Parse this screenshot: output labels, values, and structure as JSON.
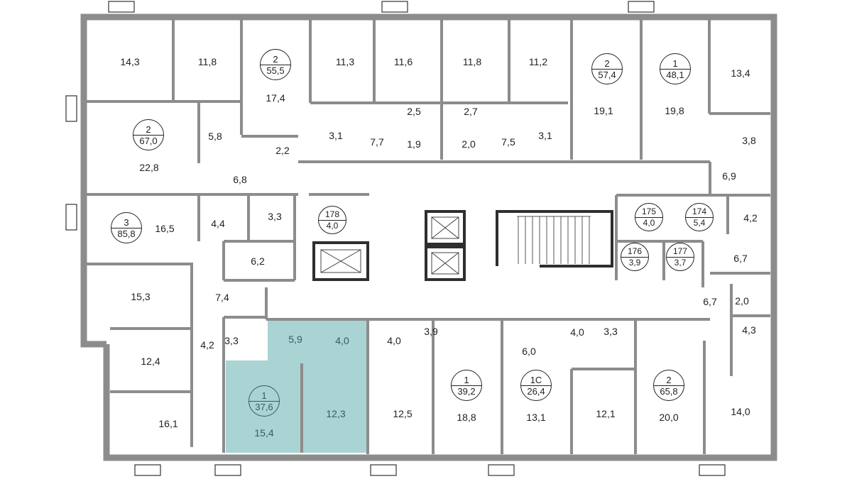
{
  "colors": {
    "wall": "#8c8c8c",
    "wall_dark": "#2e2e2e",
    "highlight": "#a9d4d3",
    "highlight_text": "#2f5f5e"
  },
  "apartments": [
    {
      "rooms": "2",
      "area": "55,5"
    },
    {
      "rooms": "2",
      "area": "57,4"
    },
    {
      "rooms": "1",
      "area": "48,1"
    },
    {
      "rooms": "2",
      "area": "67,0"
    },
    {
      "rooms": "3",
      "area": "85,8"
    },
    {
      "rooms": "1",
      "area": "39,2"
    },
    {
      "rooms": "1С",
      "area": "26,4"
    },
    {
      "rooms": "2",
      "area": "65,8"
    },
    {
      "rooms": "1",
      "area": "37,6",
      "highlighted": true
    }
  ],
  "storage": [
    {
      "number": "178",
      "area": "4,0"
    },
    {
      "number": "175",
      "area": "4,0"
    },
    {
      "number": "174",
      "area": "5,4"
    },
    {
      "number": "176",
      "area": "3,9"
    },
    {
      "number": "177",
      "area": "3,7"
    }
  ],
  "rooms": [
    "14,3",
    "11,8",
    "17,4",
    "11,3",
    "11,6",
    "11,8",
    "11,2",
    "19,1",
    "19,8",
    "13,4",
    "22,8",
    "5,8",
    "2,2",
    "6,8",
    "3,1",
    "7,7",
    "2,5",
    "1,9",
    "2,7",
    "2,0",
    "7,5",
    "3,1",
    "3,8",
    "6,9",
    "16,5",
    "4,4",
    "3,3",
    "4,2",
    "6,2",
    "6,7",
    "15,3",
    "7,4",
    "6,7",
    "2,0",
    "4,2",
    "3,3",
    "4,0",
    "3,9",
    "4,0",
    "3,3",
    "6,0",
    "4,3",
    "12,4",
    "12,5",
    "18,8",
    "13,1",
    "12,1",
    "20,0",
    "14,0",
    "16,1"
  ],
  "highlighted_rooms": [
    "5,9",
    "4,0",
    "15,4",
    "12,3"
  ]
}
